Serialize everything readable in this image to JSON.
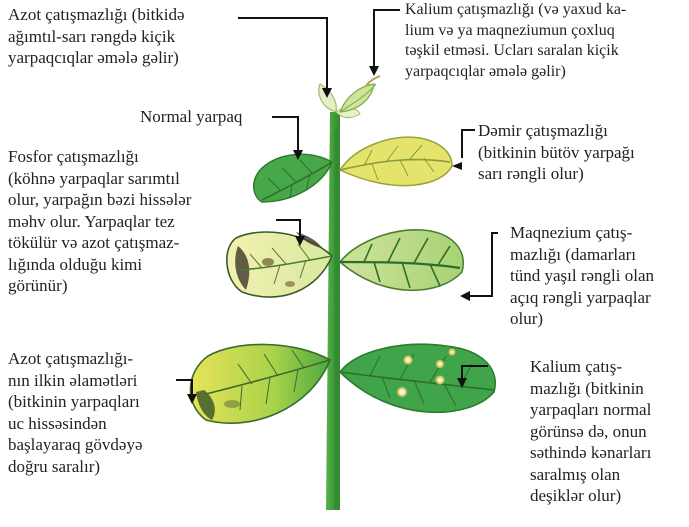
{
  "annotations": {
    "nitrogen_young": "Azot çatışmazlığı (bitkidə\nağımtıl-sarı rəngdə kiçik\nyarpaqcıqlar əmələ gəlir)",
    "potassium_tips": "Kalium çatışmazlığı (və yaxud ka-\nlium və ya maqneziumun çoxluq\ntəşkil etməsi. Ucları saralan kiçik\nyarpaqcıqlar əmələ gəlir)",
    "normal_leaf": "Normal yarpaq",
    "iron": "Dəmir çatışmazlığı\n(bitkinin bütöv yarpağı\nsarı rəngli olur)",
    "phosphorus": "Fosfor çatışmazlığı\n(köhnə yarpaqlar sarımtıl\nolur, yarpağın bəzi hissələr\nməhv olur. Yarpaqlar tez\ntökülür və azot çatışmaz-\nlığında olduğu kimi\ngörünür)",
    "magnesium": "Maqnezium çatış-\nmazlığı (damarları\ntünd yaşıl rəngli olan\naçıq rəngli yarpaqlar\nolur)",
    "nitrogen_early": "Azot çatışmazlığı-\nnın ilkin əlamətləri\n(bitkinin yarpaqları\nuc hissəsindən\nbaşlayaraq gövdəyə\ndoğru saralır)",
    "potassium_spots": "Kalium çatış-\nmazlığı (bitkinin\nyarpaqları normal\ngörünsə də, onun\nsəthində kənarları\nsaralmış olan\ndeşiklər olur)"
  },
  "colors": {
    "stem": "#3f9b3a",
    "normal_leaf": "#3fa44a",
    "iron_leaf": "#e3e36a",
    "pale_leaf": "#c9df88",
    "vein": "#2f6e2a",
    "arrow": "#111111"
  }
}
